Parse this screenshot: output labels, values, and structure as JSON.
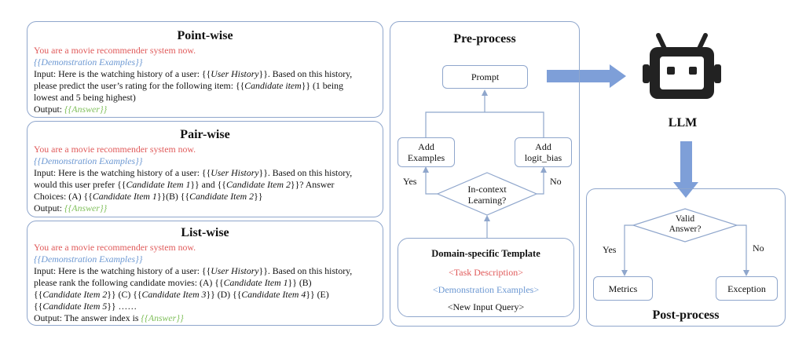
{
  "left": {
    "pointwise": {
      "title": "Point-wise",
      "system": "You are a movie recommender system now.",
      "demo": "{{Demonstration Examples}}",
      "l1a": "Input: Here is the watching history of a user: {{",
      "l1b": "User History",
      "l1c": "}}. Based on this history,",
      "l2a": "please predict the user’s rating for the following item: {{",
      "l2b": "Candidate item",
      "l2c": "}} (1 being",
      "l3": "lowest and 5 being highest)",
      "outa": "Output: ",
      "outb": "{{Answer}}"
    },
    "pairwise": {
      "title": "Pair-wise",
      "system": "You are a movie recommender system now.",
      "demo": "{{Demonstration Examples}}",
      "l1a": "Input: Here is the watching history of a user: {{",
      "l1b": "User History",
      "l1c": "}}. Based on this history,",
      "l2a": "would this user prefer {{",
      "l2b": "Candidate Item 1",
      "l2c": "}} and {{",
      "l2d": "Candidate Item 2",
      "l2e": "}}? Answer",
      "l3a": "Choices: (A) {{",
      "l3b": "Candidate Item 1",
      "l3c": "}}(B) {{",
      "l3d": "Candidate Item 2",
      "l3e": "}}",
      "outa": "Output: ",
      "outb": "{{Answer}}"
    },
    "listwise": {
      "title": "List-wise",
      "system": "You are a movie recommender system now.",
      "demo": "{{Demonstration Examples}}",
      "l1a": "Input: Here is the watching history of a user: {{",
      "l1b": "User History",
      "l1c": "}}. Based on this history,",
      "l2a": "please rank the following candidate movies: (A) {{",
      "l2b": "Candidate Item 1",
      "l2c": "}} (B)",
      "l3a": "{{",
      "l3b": "Candidate Item 2",
      "l3c": "}} (C) {{",
      "l3d": "Candidate Item 3",
      "l3e": "}} (D) {{",
      "l3f": "Candidate Item 4",
      "l3g": "}} (E)",
      "l4a": "{{",
      "l4b": "Candidate Item 5",
      "l4c": "}} ……",
      "outa": "Output: The answer index is ",
      "outb": "{{Answer}}"
    }
  },
  "preprocess": {
    "title": "Pre-process",
    "prompt": "Prompt",
    "add_examples_1": "Add",
    "add_examples_2": "Examples",
    "add_logit_1": "Add",
    "add_logit_2": "logit_bias",
    "decision_1": "In-context",
    "decision_2": "Learning?",
    "yes": "Yes",
    "no": "No",
    "template_title": "Domain-specific Template",
    "task": "<Task Description>",
    "demos": "<Demonstration Examples>",
    "query": "<New Input Query>"
  },
  "llm": {
    "label": "LLM"
  },
  "postprocess": {
    "title": "Post-process",
    "decision_1": "Valid",
    "decision_2": "Answer?",
    "yes": "Yes",
    "no": "No",
    "metrics": "Metrics",
    "exception": "Exception"
  },
  "colors": {
    "border": "#8fa6cc",
    "arrow": "#7e9fd8",
    "red": "#e05a5a",
    "blue": "#6c98d2",
    "green": "#7fbf5a"
  }
}
